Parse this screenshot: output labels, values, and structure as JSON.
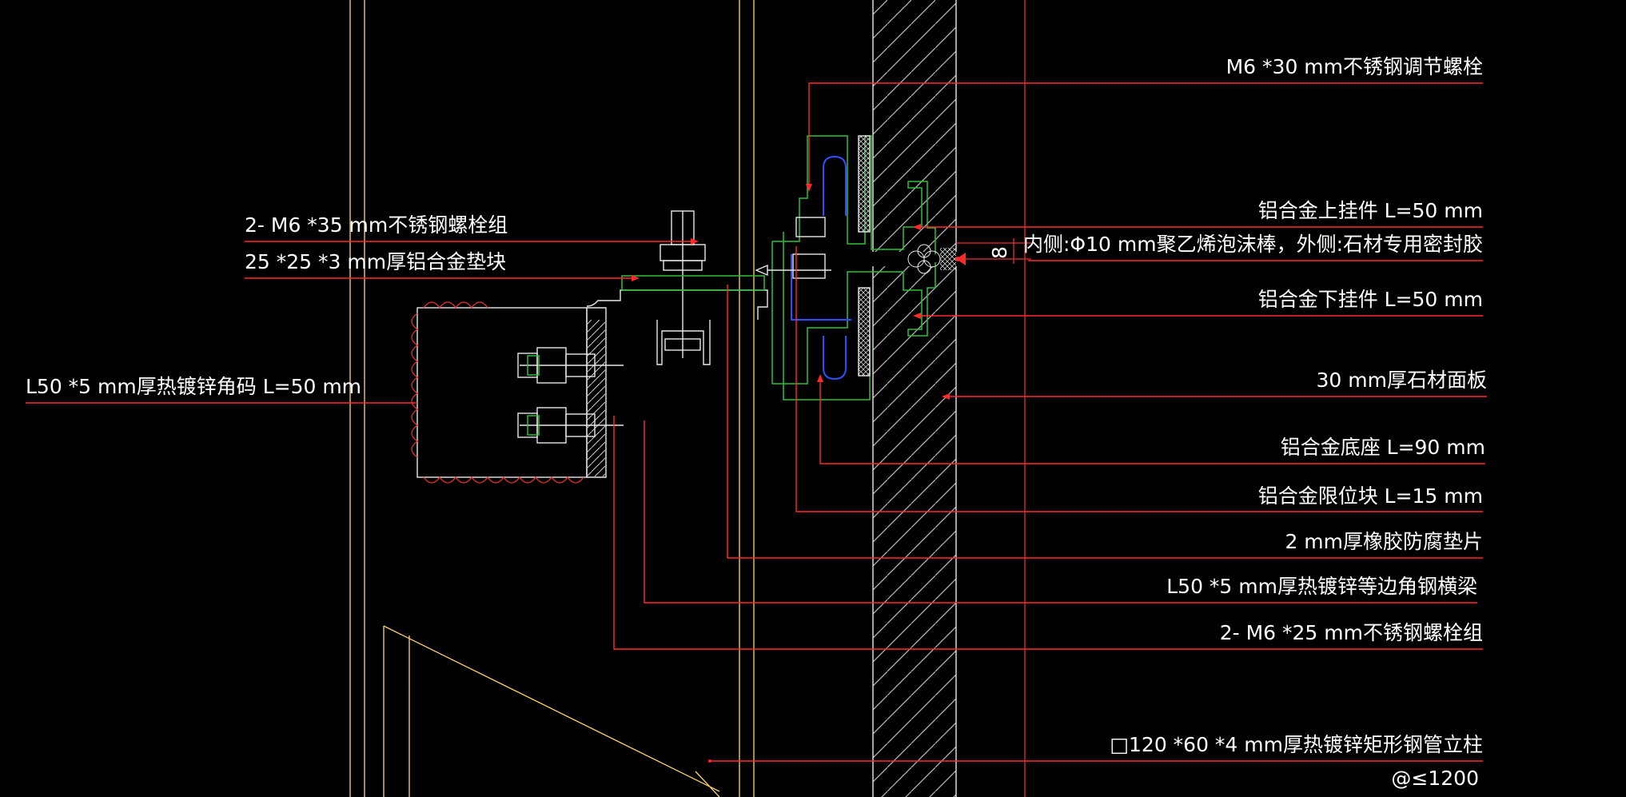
{
  "labels": [
    {
      "id": "bolt-m6x30",
      "text": "M6 *30 mm不锈钢调节螺栓",
      "side": "right"
    },
    {
      "id": "bolt-group-m6x35",
      "text": "2- M6 *35 mm不锈钢螺栓组",
      "side": "left"
    },
    {
      "id": "al-pad",
      "text": "25 *25 *3 mm厚铝合金垫块",
      "side": "left"
    },
    {
      "id": "upper-hanger",
      "text": "铝合金上挂件  L=50 mm",
      "side": "right"
    },
    {
      "id": "sealant",
      "text": "内侧:Φ10 mm聚乙烯泡沫棒，外侧:石材专用密封胶",
      "side": "right"
    },
    {
      "id": "lower-hanger",
      "text": "铝合金下挂件  L=50 mm",
      "side": "right"
    },
    {
      "id": "angle-code",
      "text": "L50 *5 mm厚热镀锌角码  L=50 mm",
      "side": "left"
    },
    {
      "id": "stone-panel",
      "text": "30 mm厚石材面板",
      "side": "right"
    },
    {
      "id": "base",
      "text": "铝合金底座  L=90 mm",
      "side": "right"
    },
    {
      "id": "stop-block",
      "text": "铝合金限位块  L=15 mm",
      "side": "right"
    },
    {
      "id": "rubber-pad",
      "text": "2 mm厚橡胶防腐垫片",
      "side": "right"
    },
    {
      "id": "angle-beam",
      "text": "L50 *5 mm厚热镀锌等边角钢横梁",
      "side": "right"
    },
    {
      "id": "bolt-group-m6x25",
      "text": "2- M6 *25 mm不锈钢螺栓组",
      "side": "right"
    },
    {
      "id": "steel-column",
      "text": "□120 *60 *4 mm厚热镀锌矩形钢管立柱",
      "side": "right"
    },
    {
      "id": "column-spacing",
      "text": "@≤1200",
      "side": "right"
    }
  ],
  "dimension": {
    "text": "8"
  },
  "colors": {
    "background": "#000000",
    "leader": "#ff2a2a",
    "text": "#ffffff",
    "outline": "#e8e8e8",
    "column": "#ffd36e",
    "hanger": "#2fbf3a",
    "rubber": "#3050ff"
  }
}
